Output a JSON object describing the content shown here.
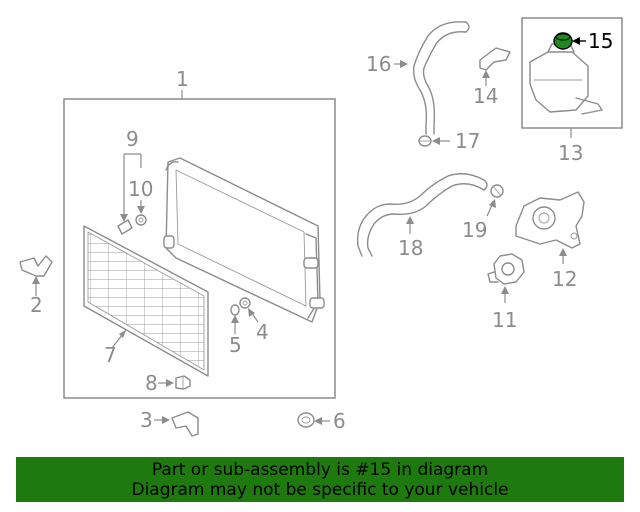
{
  "callouts": {
    "c1": "1",
    "c2": "2",
    "c3": "3",
    "c4": "4",
    "c5": "5",
    "c6": "6",
    "c7": "7",
    "c8": "8",
    "c9": "9",
    "c10": "10",
    "c11": "11",
    "c12": "12",
    "c13": "13",
    "c14": "14",
    "c15": "15",
    "c16": "16",
    "c17": "17",
    "c18": "18",
    "c19": "19"
  },
  "highlight_part": "15",
  "colors": {
    "line_art": "#8c8c8c",
    "highlight_part_fill": "#1f8a1f",
    "banner_bg": "#1e7a0e",
    "banner_text": "#000000"
  },
  "banner": {
    "line1": "Part or sub-assembly is #15 in diagram",
    "line2": "Diagram may not be specific to your vehicle"
  }
}
